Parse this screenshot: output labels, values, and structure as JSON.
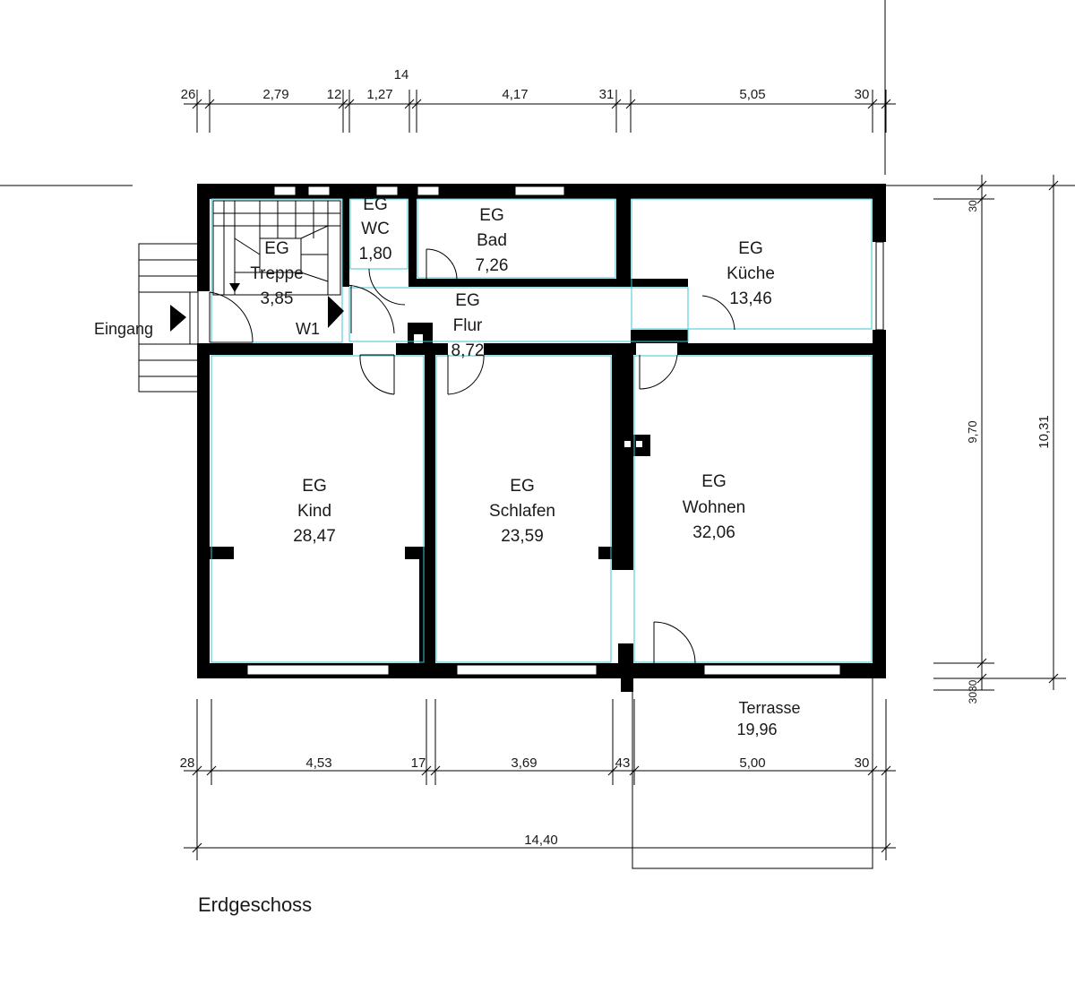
{
  "title": "Erdgeschoss",
  "entrance": {
    "label": "Eingang",
    "window_tag": "W1"
  },
  "rooms": [
    {
      "id": "treppe",
      "lines": [
        "EG",
        "Treppe",
        "3,85"
      ]
    },
    {
      "id": "wc",
      "lines": [
        "EG",
        "WC",
        "1,80"
      ]
    },
    {
      "id": "bad",
      "lines": [
        "EG",
        "Bad",
        "7,26"
      ]
    },
    {
      "id": "kueche",
      "lines": [
        "EG",
        "Küche",
        "13,46"
      ]
    },
    {
      "id": "flur",
      "lines": [
        "EG",
        "Flur",
        "8,72"
      ]
    },
    {
      "id": "kind",
      "lines": [
        "EG",
        "Kind",
        "28,47"
      ]
    },
    {
      "id": "schlafen",
      "lines": [
        "EG",
        "Schlafen",
        "23,59"
      ]
    },
    {
      "id": "wohnen",
      "lines": [
        "EG",
        "Wohnen",
        "32,06"
      ]
    },
    {
      "id": "terrasse",
      "lines": [
        "Terrasse",
        "19,96"
      ]
    }
  ],
  "dimensions": {
    "top": [
      "26",
      "2,79",
      "12",
      "1,27",
      "14",
      "4,17",
      "31",
      "5,05",
      "30"
    ],
    "bottom": [
      "28",
      "4,53",
      "17",
      "3,69",
      "43",
      "5,00",
      "30"
    ],
    "overall_width": "14,40",
    "right_inner": [
      "30",
      "9,70",
      "3030"
    ],
    "right_total": "10,31"
  }
}
